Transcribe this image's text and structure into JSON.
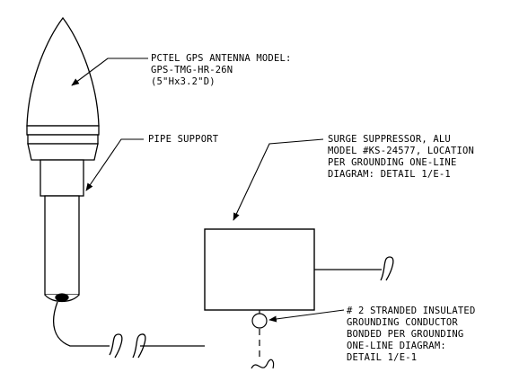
{
  "labels": {
    "antenna": {
      "line1": "PCTEL GPS ANTENNA MODEL:",
      "line2": "GPS-TMG-HR-26N",
      "line3": "(5\"Hx3.2\"D)"
    },
    "pipe_support": "PIPE SUPPORT",
    "surge_suppressor": {
      "line1": "SURGE SUPPRESSOR, ALU",
      "line2": "MODEL #KS-24577, LOCATION",
      "line3": "PER GROUNDING ONE-LINE",
      "line4": "DIAGRAM: DETAIL 1/E-1"
    },
    "grounding_conductor": {
      "line1": "# 2 STRANDED INSULATED",
      "line2": "GROUNDING CONDUCTOR",
      "line3": "BONDED PER GROUNDING",
      "line4": "ONE-LINE DIAGRAM:",
      "line5": "DETAIL 1/E-1"
    }
  },
  "colors": {
    "ink": "#000000",
    "background": "#ffffff"
  }
}
